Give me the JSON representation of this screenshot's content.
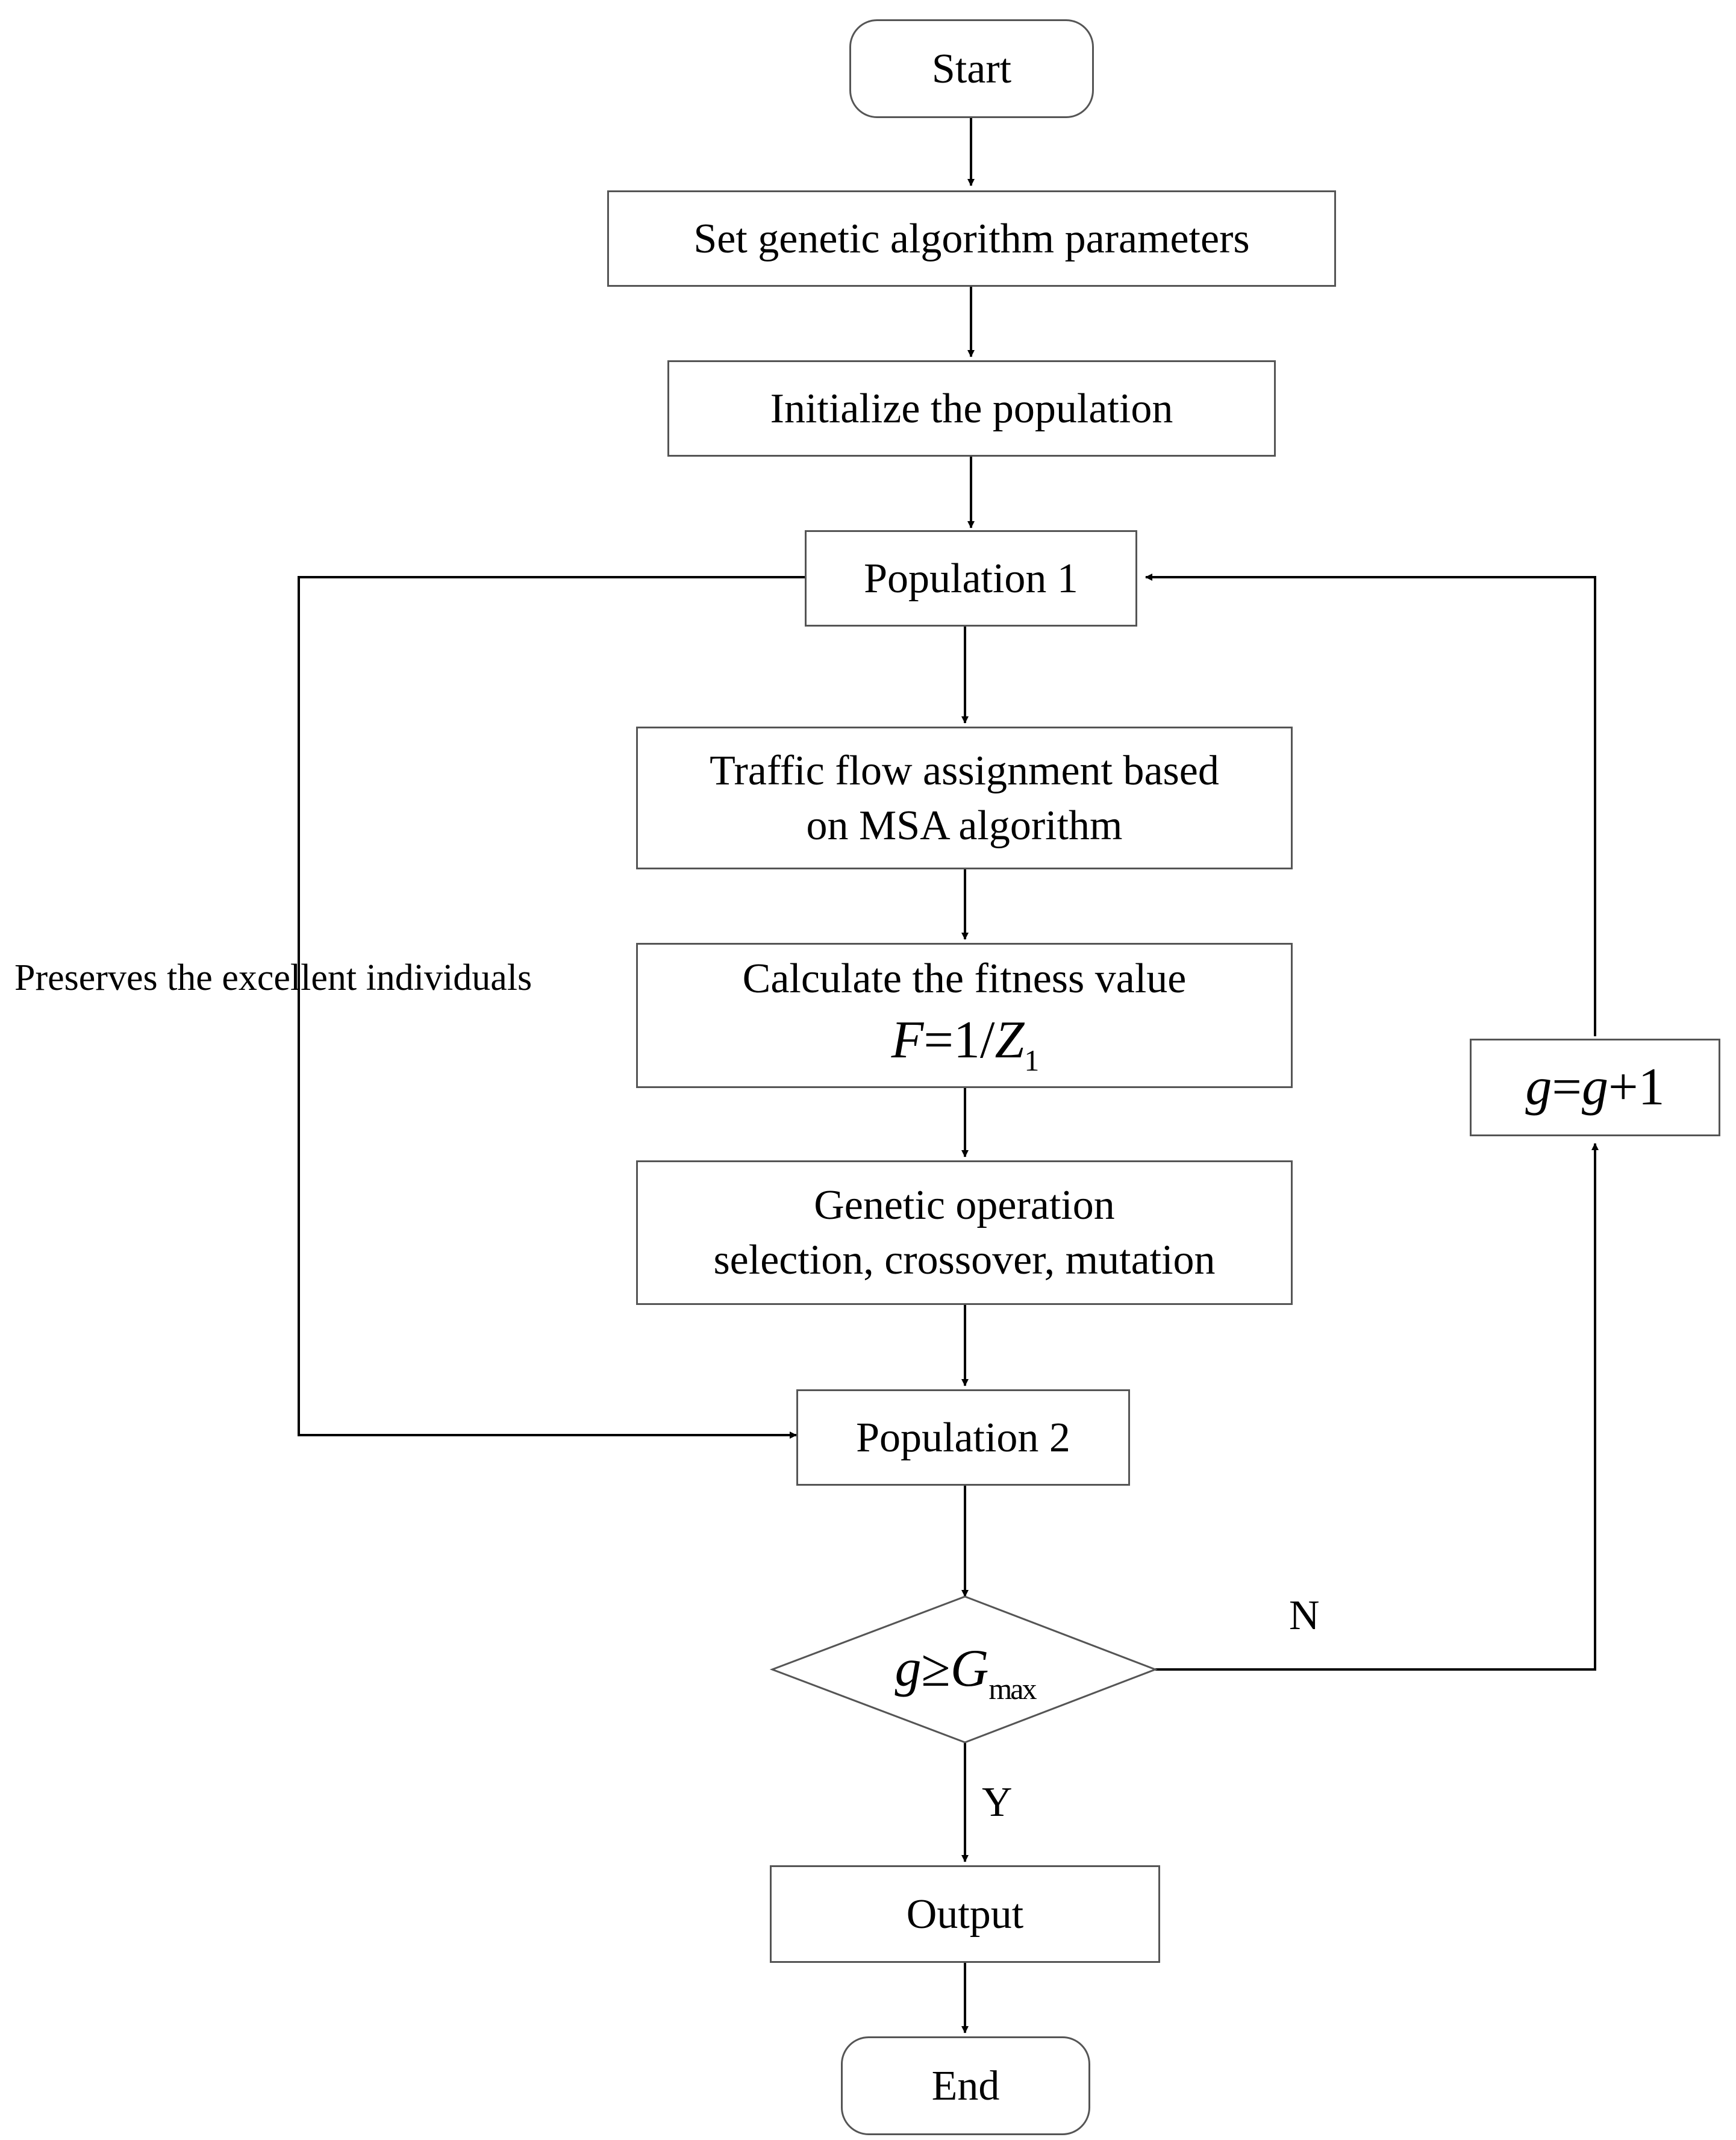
{
  "nodes": {
    "start": "Start",
    "set_params": "Set genetic algorithm parameters",
    "init_population": "Initialize the population",
    "population1": "Population 1",
    "traffic_line1": "Traffic flow assignment based",
    "traffic_line2": "on MSA algorithm",
    "fitness_line1": "Calculate the fitness value",
    "fitness_formula": {
      "F": "F",
      "eq": "=1/",
      "Z": "Z",
      "sub": "1"
    },
    "genetic_line1": "Genetic operation",
    "genetic_line2": "selection, crossover, mutation",
    "population2": "Population 2",
    "condition": {
      "g": "g",
      "op": "≥",
      "G": "G",
      "sub": "max"
    },
    "output": "Output",
    "end": "End",
    "increment": {
      "g1": "g",
      "eq": "=",
      "g2": "g",
      "plus": "+1"
    }
  },
  "edge_labels": {
    "no": "N",
    "yes": "Y",
    "preserve": "Preserves the excellent individuals"
  }
}
